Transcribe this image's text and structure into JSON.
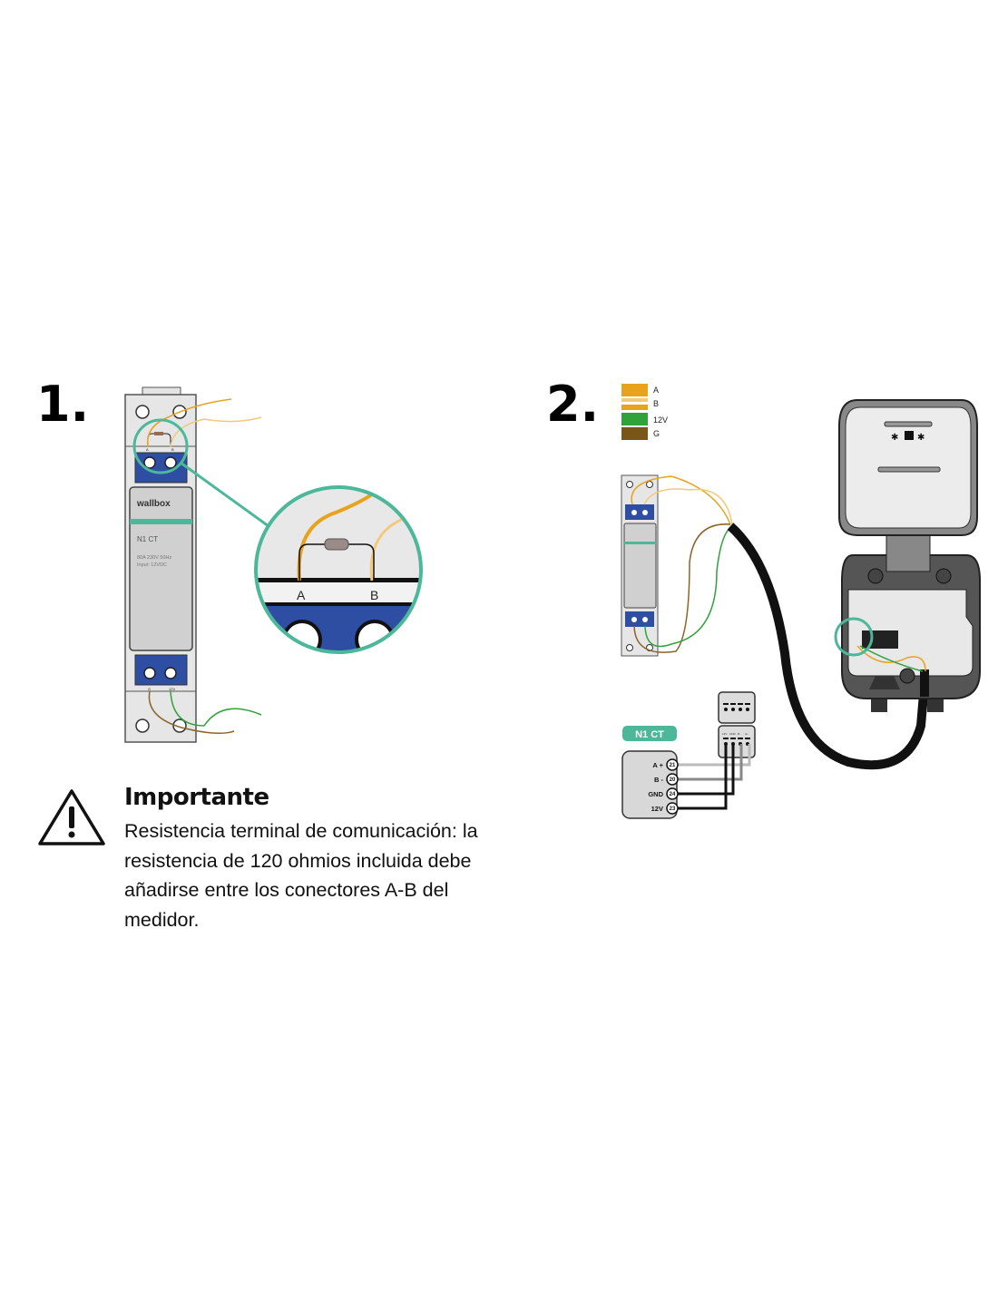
{
  "step1": {
    "number": "1.",
    "meter": {
      "brand": "wallbox",
      "model": "N1 CT",
      "spec_line1": "80A 230V 50Hz",
      "spec_line2": "Input: 12VDC",
      "top_terminals": [
        "A",
        "B"
      ],
      "bottom_terminals": [
        "G",
        "12V"
      ]
    },
    "zoom_labels": [
      "A",
      "B"
    ]
  },
  "step2": {
    "number": "2.",
    "legend": [
      {
        "label": "A",
        "color": "#e8a21c"
      },
      {
        "label": "B",
        "color": "#f3c97a"
      },
      {
        "label": "12V",
        "color": "#2fa33a"
      },
      {
        "label": "G",
        "color": "#7a5518"
      }
    ],
    "badge": "N1 CT",
    "terminals": [
      {
        "label": "A +",
        "number": "21"
      },
      {
        "label": "B -",
        "number": "20"
      },
      {
        "label": "GND",
        "number": "24"
      },
      {
        "label": "12V",
        "number": "23"
      }
    ],
    "connector_labels": [
      "12V",
      "GND",
      "B-",
      "A+"
    ]
  },
  "note": {
    "title": "Importante",
    "body": "Resistencia terminal de comunicación: la resistencia de 120 ohmios incluida debe añadirse entre los conectores A-B del medidor."
  },
  "colors": {
    "accent": "#4db79a",
    "terminal_blue": "#2d4ea3"
  }
}
